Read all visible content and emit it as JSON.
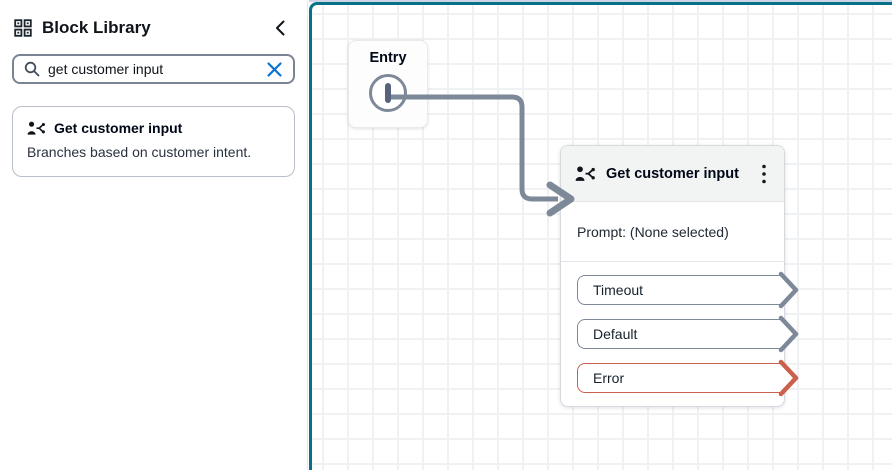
{
  "sidebar": {
    "header": {
      "title": "Block Library"
    },
    "search": {
      "value": "get customer input",
      "placeholder": "",
      "clear_color": "#0972d3"
    },
    "results": [
      {
        "title": "Get customer input",
        "description": "Branches based on customer intent."
      }
    ]
  },
  "canvas": {
    "border_color": "#077189",
    "connector_color": "#7d8998",
    "entry_node": {
      "title": "Entry"
    },
    "block_node": {
      "title": "Get customer input",
      "prompt_label": "Prompt: (None selected)",
      "branches": [
        {
          "label": "Timeout",
          "color": "#7d8998"
        },
        {
          "label": "Default",
          "color": "#7d8998"
        },
        {
          "label": "Error",
          "color": "#ca614c"
        }
      ]
    }
  }
}
